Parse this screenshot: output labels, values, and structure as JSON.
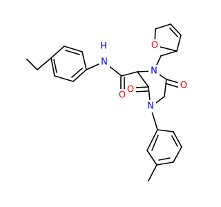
{
  "colors": {
    "bond": "#000000",
    "carbon": "#000000",
    "nitrogen": "#0000ff",
    "oxygen": "#ff0000",
    "background": "#ffffff"
  },
  "atoms": {
    "amide_n": {
      "label": "N",
      "element": "nitrogen"
    },
    "amide_h": {
      "label": "H",
      "element": "nitrogen"
    },
    "amide_o": {
      "label": "O",
      "element": "oxygen"
    },
    "furan_o": {
      "label": "O",
      "element": "oxygen"
    },
    "ring_n_top": {
      "label": "N",
      "element": "nitrogen"
    },
    "ring_n_bottom": {
      "label": "N",
      "element": "nitrogen"
    },
    "ring_o_right": {
      "label": "O",
      "element": "oxygen"
    },
    "ring_o_left": {
      "label": "O",
      "element": "oxygen"
    }
  }
}
